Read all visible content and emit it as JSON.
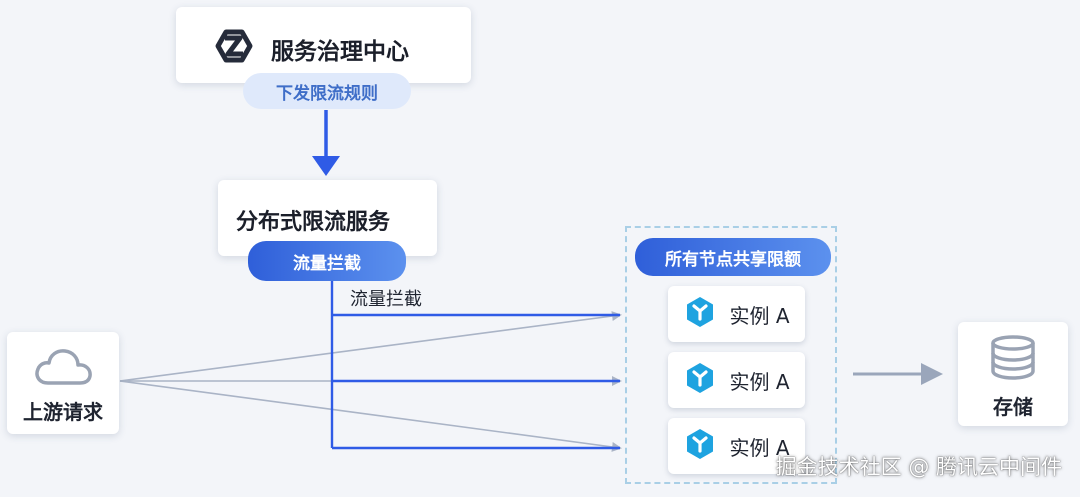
{
  "governance": {
    "title": "服务治理中心",
    "rule_label": "下发限流规则"
  },
  "ratelimit": {
    "title": "分布式限流服务",
    "pill_label": "流量拦截",
    "annotation": "流量拦截"
  },
  "upstream": {
    "label": "上游请求"
  },
  "cluster": {
    "quota_label": "所有节点共享限额",
    "instances": [
      {
        "label": "实例 A"
      },
      {
        "label": "实例 A"
      },
      {
        "label": "实例 A"
      }
    ]
  },
  "storage": {
    "label": "存储"
  },
  "watermark": "掘金技术社区 @ 腾讯云中间件",
  "colors": {
    "accent_blue": "#2f5be6",
    "line_gray": "#aab4c6",
    "dashed": "#a9cfe6",
    "instance_icon": "#1ea3e0"
  },
  "icons": [
    "hexagon-logo-icon",
    "cloud-icon",
    "cube-icon",
    "database-icon"
  ]
}
